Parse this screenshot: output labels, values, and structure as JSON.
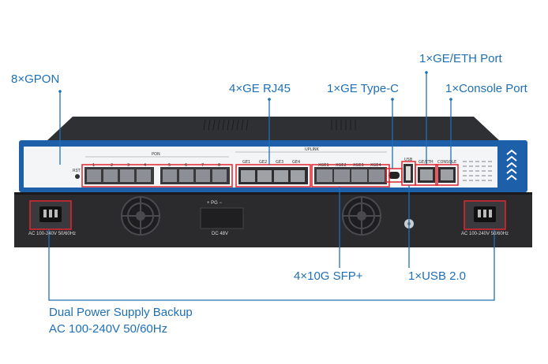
{
  "callouts": {
    "gpon": "8×GPON",
    "rj45": "4×GE RJ45",
    "typec": "1×GE Type-C",
    "ge_eth": "1×GE/ETH Port",
    "console": "1×Console Port",
    "sfp": "4×10G SFP+",
    "usb": "1×USB 2.0",
    "psu_line1": "Dual Power Supply Backup",
    "psu_line2": "AC 100-240V 50/60Hz"
  },
  "panel_labels": {
    "pon": "PON",
    "uplink": "UPLINK",
    "pon_numbers": [
      "1",
      "2",
      "3",
      "4",
      "5",
      "6",
      "7",
      "8"
    ],
    "ge_ports": [
      "GE1",
      "GE2",
      "GE3",
      "GE4"
    ],
    "sfp_ports": [
      "XGE1",
      "XGE2",
      "XGE3",
      "XGE4"
    ],
    "usb": "USB",
    "ge_eth": "GE/ETH",
    "console": "CONSOLE",
    "rst": "RST",
    "psu_left": "AC 100-240V 50/60Hz",
    "psu_right": "AC 100-240V 50/60Hz",
    "dc": "DC 48V",
    "dc_pins": "+   PG   −"
  },
  "colors": {
    "callout_blue": "#1f6fb5",
    "highlight_red": "#e0272f",
    "chassis_dark": "#2b2b2e",
    "front_panel_blue": "#1d5fa8"
  }
}
